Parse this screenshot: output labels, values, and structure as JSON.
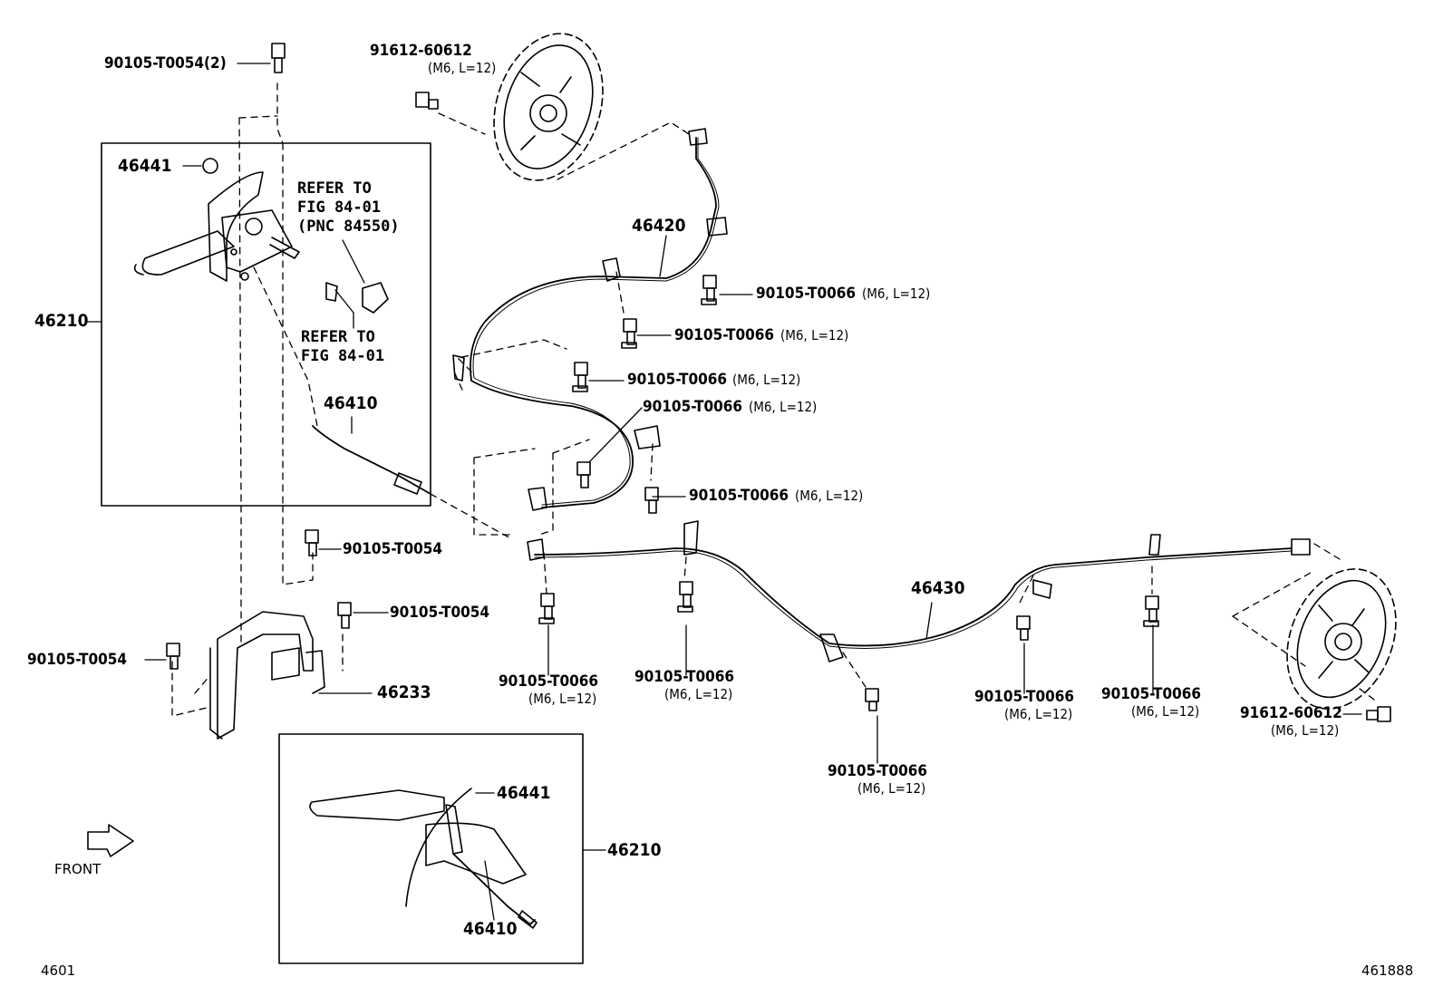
{
  "parts": {
    "bolt_top": "90105-T0054(2)",
    "screw_top": "91612-60612",
    "screw_top_spec": "(M6, L=12)",
    "grip": "46441",
    "lever_assy": "46210",
    "refer1_l1": "REFER TO",
    "refer1_l2": "FIG 84-01",
    "refer1_l3": "(PNC 84550)",
    "refer2_l1": "REFER TO",
    "refer2_l2": "FIG 84-01",
    "cable_front": "46410",
    "cable_left": "46420",
    "b66_a": "90105-T0066",
    "b66_a_spec": "(M6, L=12)",
    "b66_b": "90105-T0066",
    "b66_b_spec": "(M6, L=12)",
    "b66_c": "90105-T0066",
    "b66_c_spec": "(M6, L=12)",
    "b66_d": "90105-T0066",
    "b66_d_spec": "(M6, L=12)",
    "b66_e": "90105-T0066",
    "b66_e_spec": "(M6, L=12)",
    "b54_a": "90105-T0054",
    "b54_b": "90105-T0054",
    "b54_c": "90105-T0054",
    "bracket": "46233",
    "cable_right": "46430",
    "b66_f": "90105-T0066",
    "b66_f_spec": "(M6, L=12)",
    "b66_g": "90105-T0066",
    "b66_g_spec": "(M6, L=12)",
    "b66_h": "90105-T0066",
    "b66_h_spec": "(M6, L=12)",
    "b66_i": "90105-T0066",
    "b66_i_spec": "(M6, L=12)",
    "b66_j": "90105-T0066",
    "b66_j_spec": "(M6, L=12)",
    "screw_right": "91612-60612",
    "screw_right_spec": "(M6, L=12)",
    "inset_grip": "46441",
    "inset_lever": "46210",
    "inset_cable": "46410"
  },
  "front_label": "FRONT",
  "page_code": "4601",
  "figure_code": "461888"
}
